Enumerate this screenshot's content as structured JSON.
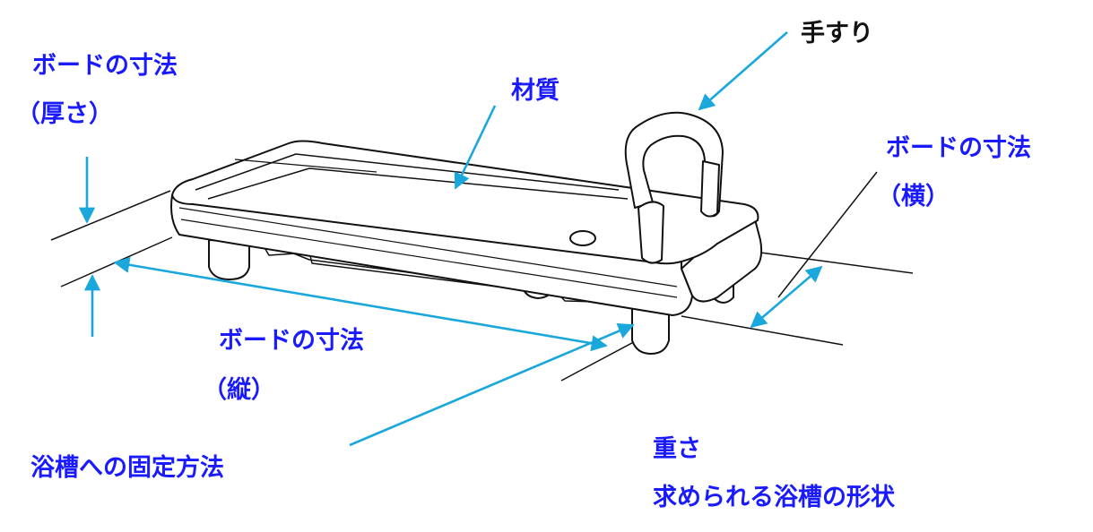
{
  "colors": {
    "label_blue": "#1a1aff",
    "label_black": "#111111",
    "arrow_cyan": "#1aa7dc",
    "line_black": "#111111"
  },
  "labels": {
    "thickness": {
      "line1": "ボードの寸法",
      "line2": "（厚さ）"
    },
    "material": "材質",
    "handrail": "手すり",
    "width": {
      "line1": "ボードの寸法",
      "line2": "（横）"
    },
    "length": {
      "line1": "ボードの寸法",
      "line2": "（縦）"
    },
    "fixing": "浴槽への固定方法",
    "weight": "重さ",
    "shape": "求められる浴槽の形状"
  }
}
